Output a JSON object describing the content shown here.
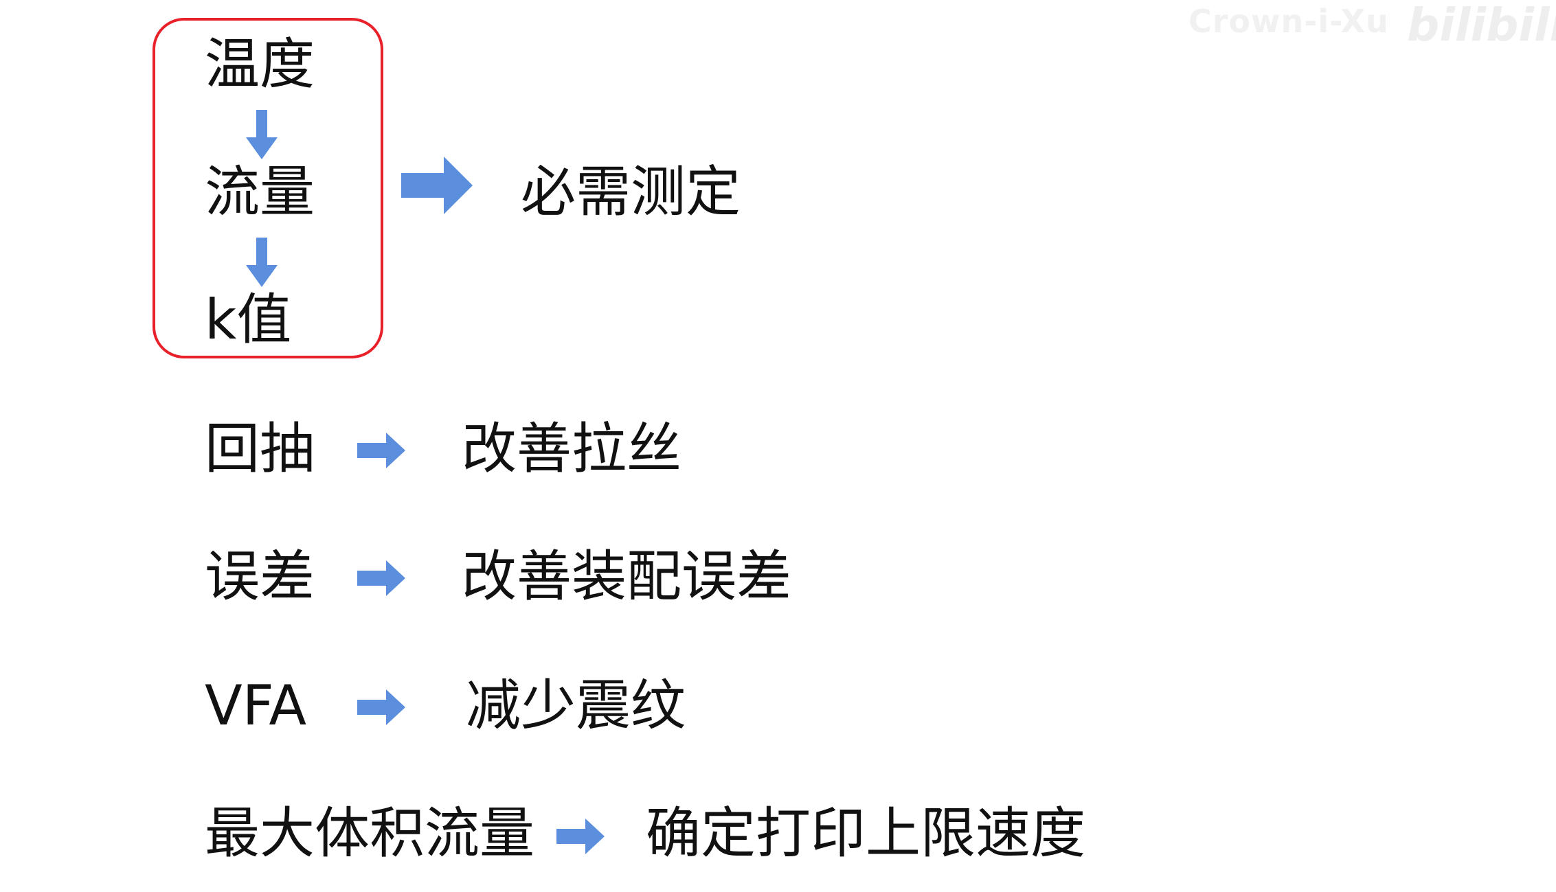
{
  "watermark": {
    "text": "Crown-i-Xu",
    "logo": "bilibili"
  },
  "group": {
    "items": [
      "温度",
      "流量",
      "k值"
    ],
    "result": "必需测定"
  },
  "rows": [
    {
      "term": "回抽",
      "effect": "改善拉丝"
    },
    {
      "term": "误差",
      "effect": "改善装配误差"
    },
    {
      "term": "VFA",
      "effect": "减少震纹"
    },
    {
      "term": "最大体积流量",
      "effect": "确定打印上限速度"
    }
  ],
  "colors": {
    "arrow": "#5b8fde",
    "box_border": "#e8202a",
    "text": "#111111"
  }
}
